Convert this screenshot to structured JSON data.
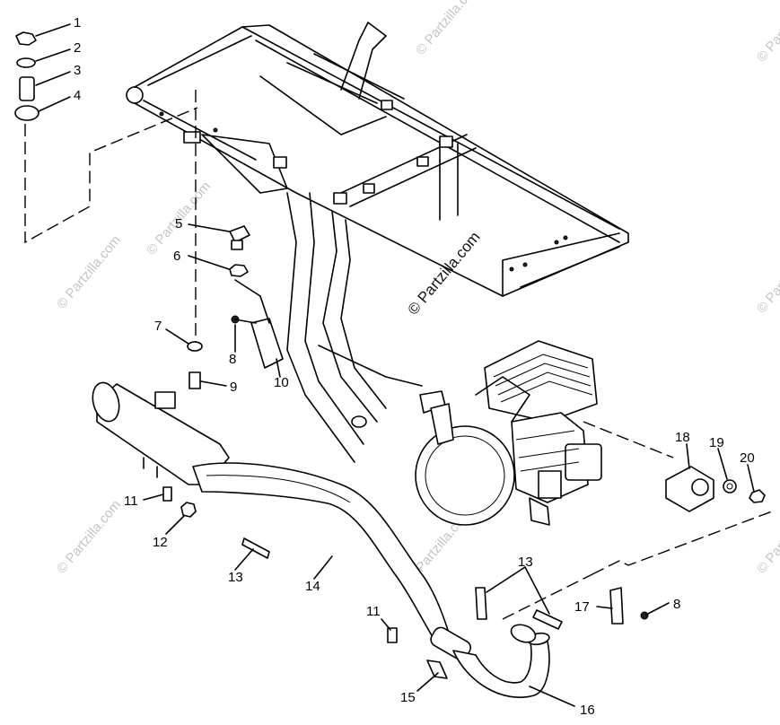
{
  "watermark": "© Partzilla.com",
  "callouts": {
    "c1": "1",
    "c2": "2",
    "c3": "3",
    "c4": "4",
    "c5": "5",
    "c6": "6",
    "c7": "7",
    "c8a": "8",
    "c9": "9",
    "c10": "10",
    "c11a": "11",
    "c12": "12",
    "c13a": "13",
    "c14": "14",
    "c11b": "11",
    "c15": "15",
    "c13b": "13",
    "c16": "16",
    "c17": "17",
    "c8b": "8",
    "c18": "18",
    "c19": "19",
    "c20": "20"
  }
}
